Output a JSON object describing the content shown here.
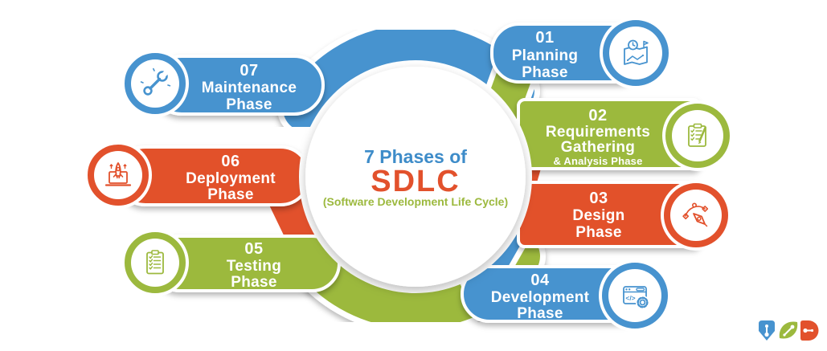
{
  "diagram_title": "7 Phases of SDLC",
  "colors": {
    "blue": "#4793cf",
    "green": "#9cb93e",
    "orange": "#e2512c",
    "center_title_blue": "#3e8cc9",
    "background": "#ffffff"
  },
  "center": {
    "line1": "7 Phases of",
    "line2": "SDLC",
    "line3": "(Software Development Life Cycle)"
  },
  "phases": {
    "p01": {
      "number": "01",
      "title1": "Planning",
      "title2": "Phase",
      "color": "#4793cf",
      "icon": "planning-map-clock-flag-icon"
    },
    "p02": {
      "number": "02",
      "title1": "Requirements",
      "title2": "Gathering",
      "subtitle": "& Analysis Phase",
      "color": "#9cb93e",
      "icon": "requirements-clipboard-pencil-icon"
    },
    "p03": {
      "number": "03",
      "title1": "Design",
      "title2": "Phase",
      "color": "#e2512c",
      "icon": "design-pen-tool-icon"
    },
    "p04": {
      "number": "04",
      "title1": "Development",
      "title2": "Phase",
      "color": "#4793cf",
      "icon": "development-code-window-gear-icon"
    },
    "p05": {
      "number": "05",
      "title1": "Testing",
      "title2": "Phase",
      "color": "#9cb93e",
      "icon": "testing-checklist-icon"
    },
    "p06": {
      "number": "06",
      "title1": "Deployment",
      "title2": "Phase",
      "color": "#e2512c",
      "icon": "deployment-rocket-laptop-icon"
    },
    "p07": {
      "number": "07",
      "title1": "Maintenance",
      "title2": "Phase",
      "color": "#4793cf",
      "icon": "maintenance-wrench-icon"
    }
  },
  "logo": {
    "description": "three-glyph brand logo",
    "glyph_colors": [
      "#4793cf",
      "#9cb93e",
      "#e2512c"
    ]
  }
}
